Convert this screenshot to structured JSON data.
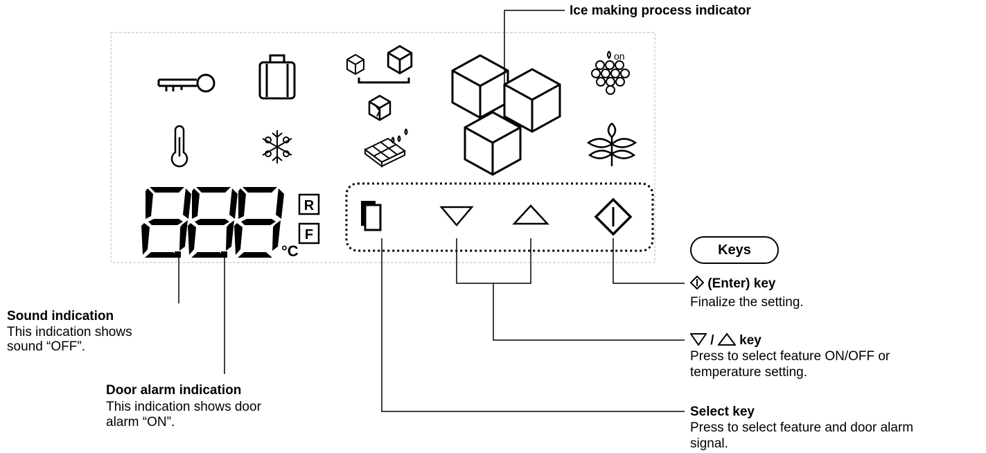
{
  "panel": {
    "temp_unit": "°C",
    "mode_r": "R",
    "mode_f": "F",
    "grapes_on": "on",
    "keys": [
      {
        "name": "select-key",
        "icon": "copy-icon"
      },
      {
        "name": "down-key",
        "icon": "triangle-down-icon"
      },
      {
        "name": "up-key",
        "icon": "triangle-up-icon"
      },
      {
        "name": "enter-key",
        "icon": "enter-diamond-icon"
      }
    ],
    "indicators": [
      "key-icon",
      "suitcase-icon",
      "ice-cubes-icon",
      "ice-bags-icon",
      "thermometer-icon",
      "snowflake-icon",
      "chocolate-icon",
      "grapes-icon",
      "plant-icon"
    ]
  },
  "callouts": {
    "ice_process": "Ice making process indicator",
    "keys_badge": "Keys",
    "enter_title": "(Enter) key",
    "enter_desc": "Finalize the setting.",
    "updown_sep": "/",
    "updown_title": "key",
    "updown_desc_1": "Press to select feature ON/OFF or",
    "updown_desc_2": "temperature setting.",
    "select_title": "Select key",
    "select_desc_1": "Press to select feature and door alarm",
    "select_desc_2": "signal.",
    "sound_title": "Sound indication",
    "sound_desc_1": "This indication shows",
    "sound_desc_2": "sound “OFF”.",
    "door_title": "Door alarm indication",
    "door_desc_1": "This indication shows door",
    "door_desc_2": "alarm “ON”."
  }
}
